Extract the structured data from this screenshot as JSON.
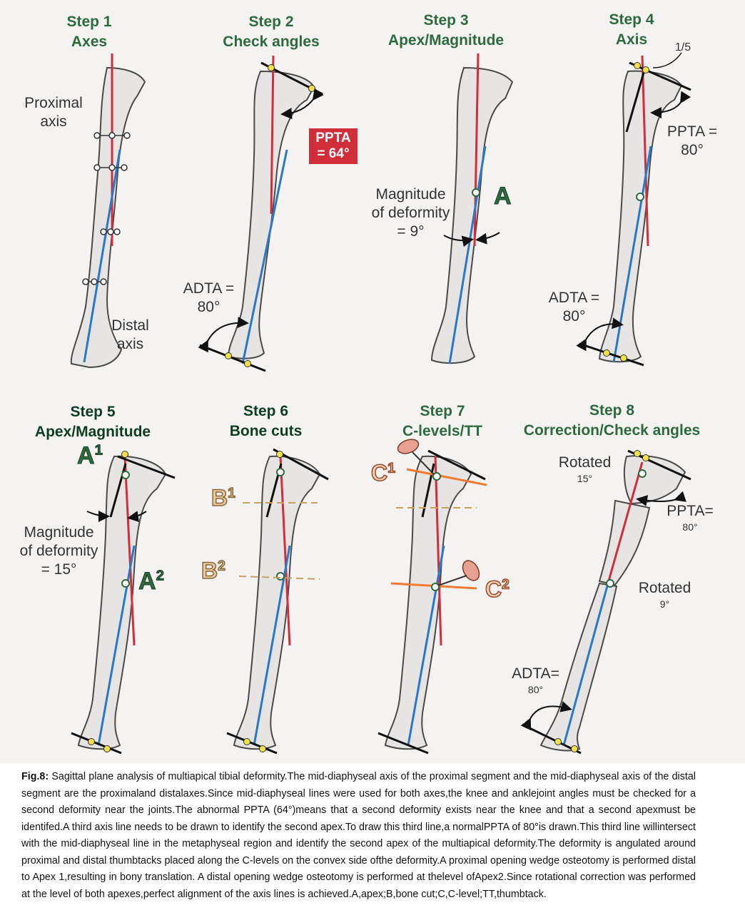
{
  "steps": [
    {
      "num": "Step 1",
      "name": "Axes"
    },
    {
      "num": "Step 2",
      "name": "Check angles"
    },
    {
      "num": "Step 3",
      "name": "Apex/Magnitude"
    },
    {
      "num": "Step 4",
      "name": "Axis"
    },
    {
      "num": "Step 5",
      "name": "Apex/Magnitude"
    },
    {
      "num": "Step 6",
      "name": "Bone cuts"
    },
    {
      "num": "Step 7",
      "name": "C-levels/TT"
    },
    {
      "num": "Step 8",
      "name": "Correction/Check angles"
    }
  ],
  "labels": {
    "proximal_axis": [
      "Proximal",
      "axis"
    ],
    "distal_axis": [
      "Distal",
      "axis"
    ],
    "adta_80": [
      "ADTA =",
      "80°"
    ],
    "ppta_64": [
      "PPTA",
      "= 64°"
    ],
    "magnitude_9": [
      "Magnitude",
      "of deformity",
      "= 9°"
    ],
    "apex_a": "A",
    "one_fifth": "1/5",
    "ppta_80": [
      "PPTA =",
      "80°"
    ],
    "apex_a1": "A",
    "apex_a1_sup": "1",
    "apex_a2": "A",
    "apex_a2_sup": "2",
    "magnitude_15": [
      "Magnitude",
      "of deformity",
      "= 15°"
    ],
    "cut_b1": "B",
    "cut_b1_sup": "1",
    "cut_b2": "B",
    "cut_b2_sup": "2",
    "clevel_c1": "C",
    "clevel_c1_sup": "1",
    "clevel_c2": "C",
    "clevel_c2_sup": "2",
    "rotated_15": [
      "Rotated",
      "15°"
    ],
    "ppta_eq_80": [
      "PPTA=",
      "80°"
    ],
    "rotated_9": [
      "Rotated",
      "9°"
    ],
    "adta_eq_80": [
      "ADTA=",
      "80°"
    ]
  },
  "caption": {
    "fig_label": "Fig.8:",
    "text": " Sagittal plane analysis of multiapical tibial deformity.The mid-diaphyseal axis of the proximal segment and the mid-diaphyseal axis of the distal segment are the proximaland distalaxes.Since mid-diaphyseal lines were used for both axes,the knee and anklejoint angles must be checked for a second deformity near the joints.The abnormal PPTA (64°)means that a second deformity exists near the knee and that a second apexmust be identifed.A third axis line needs to be drawn to identify the second apex.To draw this third line,a normalPPTA of 80°is drawn.This third line willintersect with the mid-diaphyseal line in the metaphyseal region and identify the second apex of the multiapical deformity.The deformity is angulated around proximal and distal thumbtacks placed along the C-levels on the convex side ofthe deformity.A proximal opening wedge osteotomy is performed distal to Apex 1,resulting in bony translation. A distal opening wedge osteotomy is performed at thelevel ofApex2.Since rotational correction was performed at the level of both apexes,perfect alignment of the axis lines is achieved.A,apex;B,bone cut;C,C-level;TT,thumbtack."
  },
  "colors": {
    "bone_fill": "#e7e5e3",
    "bone_stroke": "#4a4a4a",
    "proximal_axis": "#d22e3a",
    "distal_axis": "#2a78c8",
    "cut_line": "#f07a30",
    "title_green": "#2d6a3e",
    "marker_yellow": "#f2e14a"
  }
}
